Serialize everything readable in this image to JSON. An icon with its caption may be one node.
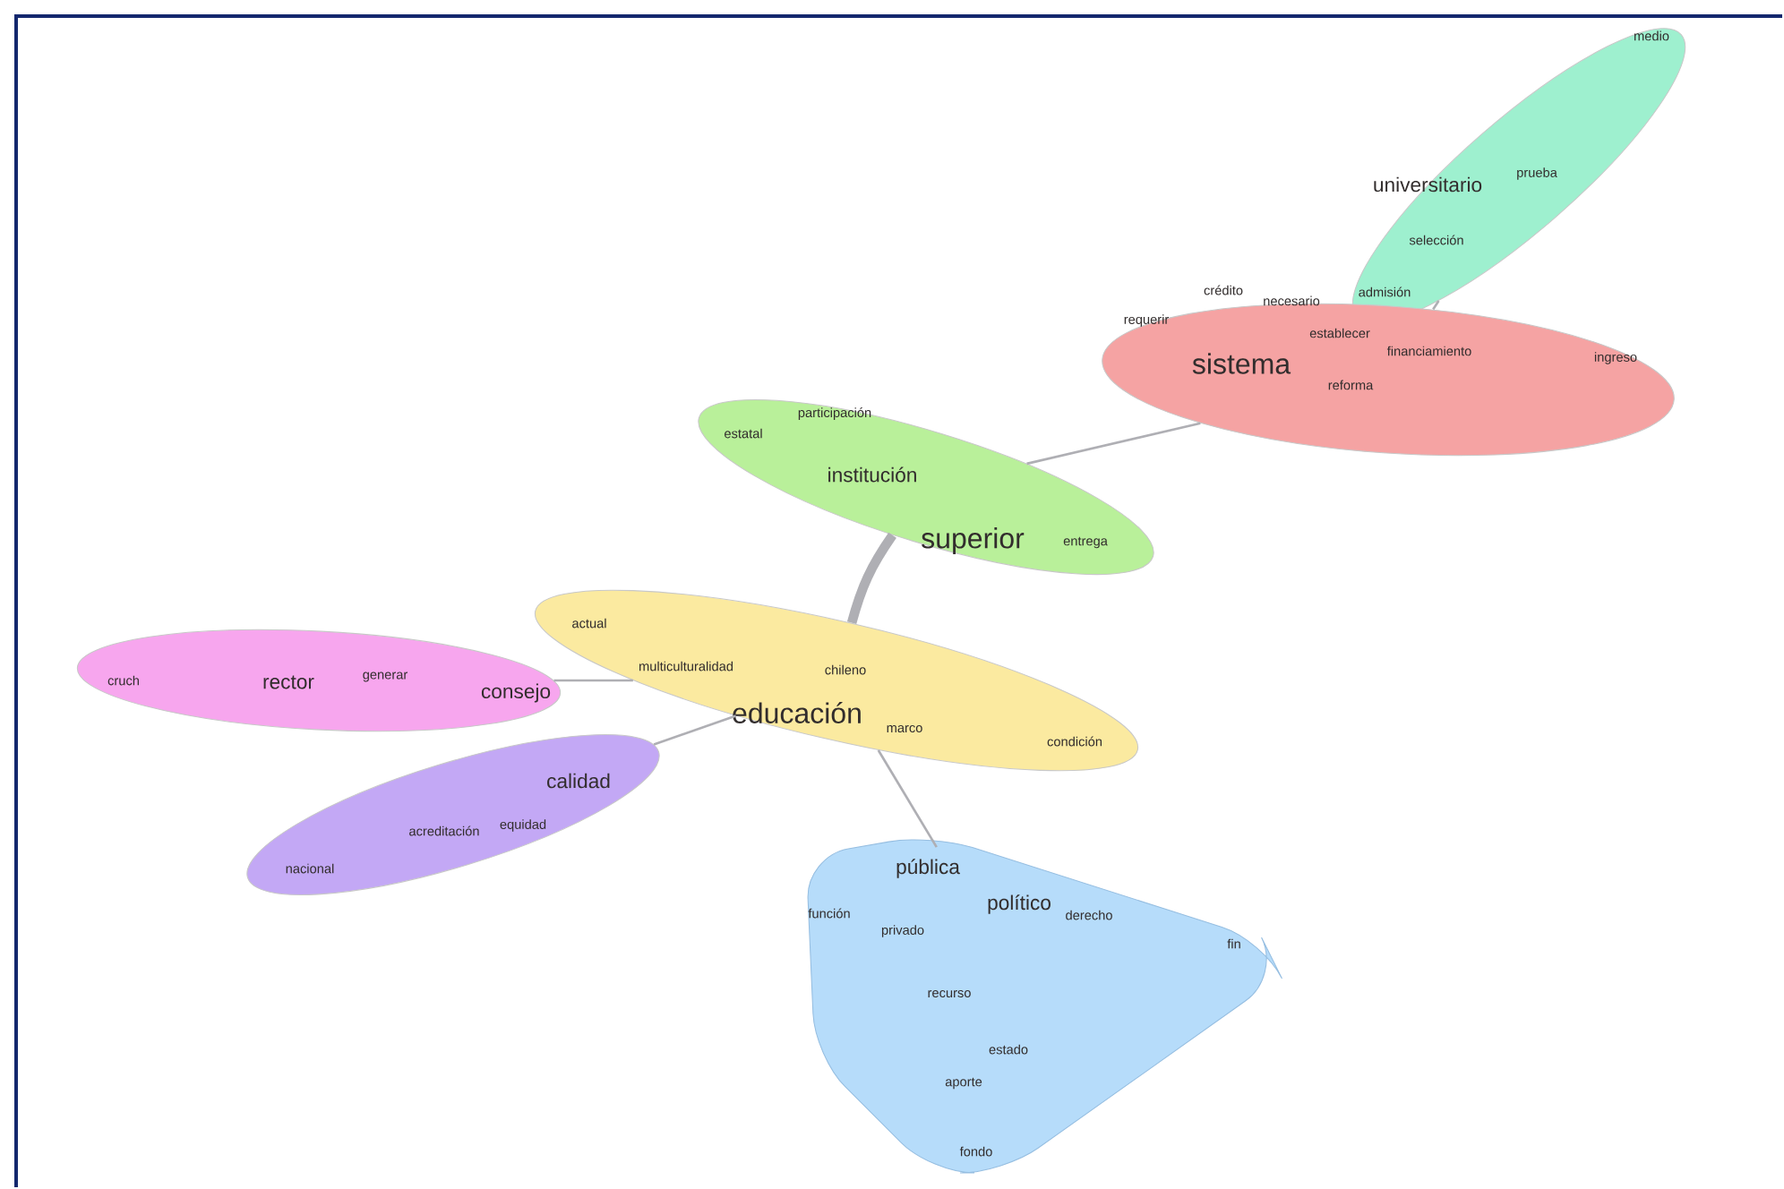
{
  "diagram": {
    "nodes": [
      {
        "text": [
          "medio",
          "universitario",
          "prueba",
          "selección",
          "admisión"
        ]
      },
      {
        "text": [
          "crédito",
          "necesario",
          "requerir",
          "establecer",
          "sistema",
          "financiamiento",
          "ingreso",
          "reforma"
        ]
      },
      {
        "text": [
          "participación",
          "estatal",
          "institución",
          "superior",
          "entrega"
        ]
      },
      {
        "text": [
          "actual",
          "multiculturalidad",
          "chileno",
          "educación",
          "marco",
          "condición"
        ]
      },
      {
        "text": [
          "cruch",
          "rector",
          "generar",
          "consejo"
        ]
      },
      {
        "text": [
          "calidad",
          "acreditación",
          "equidad",
          "nacional"
        ]
      },
      {
        "text": [
          "pública",
          "función",
          "político",
          "derecho",
          "privado",
          "fin",
          "recurso",
          "estado",
          "aporte",
          "fondo"
        ]
      }
    ],
    "edges": [
      {
        "from": 1,
        "to": 0,
        "arrow": "none"
      },
      {
        "from": 2,
        "to": 1,
        "arrow": "none"
      },
      {
        "from": 2,
        "to": 3,
        "arrow": "none",
        "style": "thick"
      },
      {
        "from": 3,
        "to": 4,
        "arrow": "none"
      },
      {
        "from": 3,
        "to": 5,
        "arrow": "none"
      },
      {
        "from": 3,
        "to": 6,
        "arrow": "none"
      }
    ]
  }
}
